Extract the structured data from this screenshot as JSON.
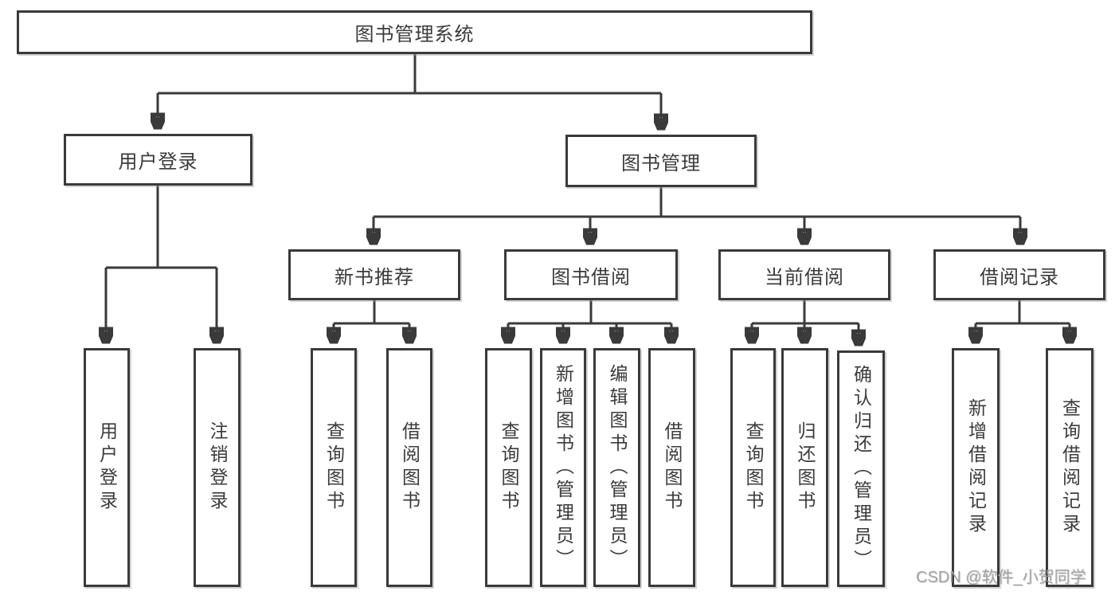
{
  "diagram": {
    "type": "hierarchy-tree",
    "colors": {
      "line": "#3a3a3a",
      "box_border": "#3a3a3a",
      "text": "#3b3b3b",
      "background": "#ffffff",
      "watermark": "#a3a3a3"
    },
    "tree": {
      "label": "图书管理系统",
      "children": [
        {
          "label": "用户登录",
          "children": [
            {
              "label": "用户登录"
            },
            {
              "label": "注销登录"
            }
          ]
        },
        {
          "label": "图书管理",
          "children": [
            {
              "label": "新书推荐",
              "children": [
                {
                  "label": "查询图书"
                },
                {
                  "label": "借阅图书"
                }
              ]
            },
            {
              "label": "图书借阅",
              "children": [
                {
                  "label": "查询图书"
                },
                {
                  "label": "新增图书（管理员）"
                },
                {
                  "label": "编辑图书（管理员）"
                },
                {
                  "label": "借阅图书"
                }
              ]
            },
            {
              "label": "当前借阅",
              "children": [
                {
                  "label": "查询图书"
                },
                {
                  "label": "归还图书"
                },
                {
                  "label": "确认归还（管理员）"
                }
              ]
            },
            {
              "label": "借阅记录",
              "children": [
                {
                  "label": "新增借阅记录"
                },
                {
                  "label": "查询借阅记录"
                }
              ]
            }
          ]
        }
      ]
    },
    "watermark": {
      "text": "CSDN @软件_小贺同学"
    }
  }
}
